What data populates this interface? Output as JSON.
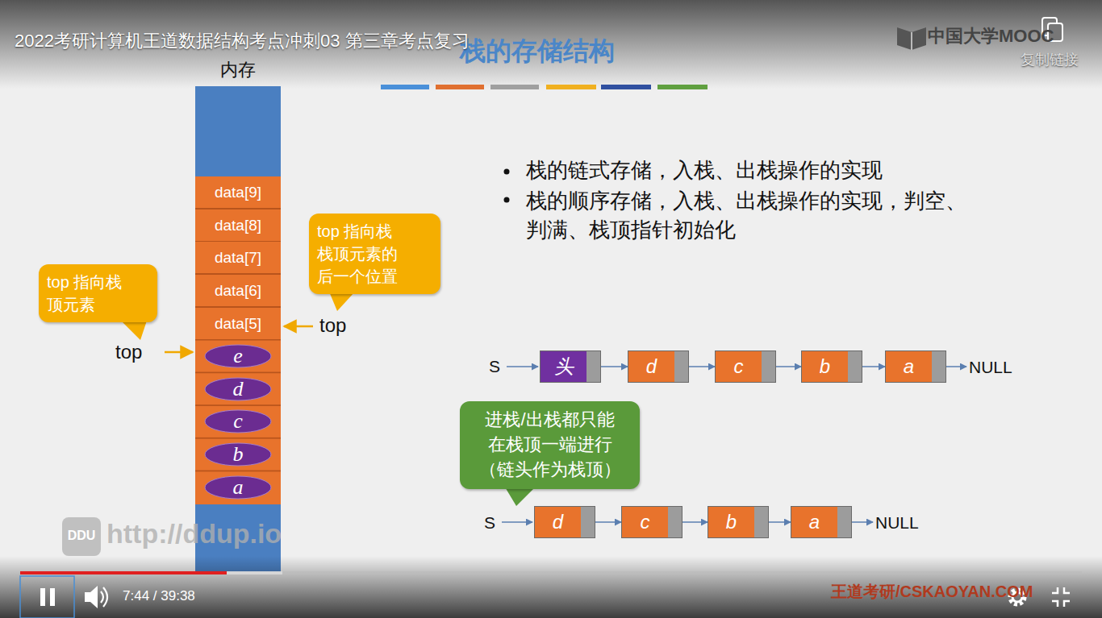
{
  "diagram": {
    "title": "栈的存储结构",
    "nodes": [
      {
        "text": [
          "内存"
        ]
      },
      {
        "text": [
          "data[9]"
        ],
        "in": 0
      },
      {
        "text": [
          "data[8]"
        ],
        "in": 0
      },
      {
        "text": [
          "data[7]"
        ],
        "in": 0
      },
      {
        "text": [
          "data[6]"
        ],
        "in": 0
      },
      {
        "text": [
          "data[5]"
        ],
        "in": 0
      },
      {
        "text": [
          "e"
        ],
        "in": 0
      },
      {
        "text": [
          "d"
        ],
        "in": 0
      },
      {
        "text": [
          "c"
        ],
        "in": 0
      },
      {
        "text": [
          "b"
        ],
        "in": 0
      },
      {
        "text": [
          "a"
        ],
        "in": 0
      },
      {
        "text": [
          "top 指向栈 顶元素"
        ]
      },
      {
        "text": [
          "top 指向栈 栈顶元素的 后一个位置"
        ]
      },
      {
        "text": [
          "头"
        ]
      },
      {
        "text": [
          "d"
        ]
      },
      {
        "text": [
          "c"
        ]
      },
      {
        "text": [
          "b"
        ]
      },
      {
        "text": [
          "a"
        ]
      },
      {
        "text": [
          "进栈/出栈都只能 在栈顶一端进行 （链头作为栈顶）"
        ]
      },
      {
        "text": [
          "d"
        ]
      },
      {
        "text": [
          "c"
        ]
      },
      {
        "text": [
          "b"
        ]
      },
      {
        "text": [
          "a"
        ]
      }
    ],
    "edges": [
      {
        "from": 13,
        "to": 14,
        "arrow": "to"
      },
      {
        "from": 14,
        "to": 15,
        "arrow": "to"
      },
      {
        "from": 15,
        "to": 16,
        "arrow": "to"
      },
      {
        "from": 16,
        "to": 17,
        "arrow": "to"
      },
      {
        "from": 19,
        "to": 20,
        "arrow": "to"
      },
      {
        "from": 20,
        "to": 21,
        "arrow": "to"
      },
      {
        "from": 21,
        "to": 22,
        "arrow": "to"
      }
    ],
    "labels": [
      "2022考研计算机王道数据结构考点冲刺03 第三章考点复习",
      "中国大学MOOC",
      "复制链接",
      "top",
      "top",
      "栈的链式存储，入栈、出栈操作的实现",
      "栈的顺序存储，入栈、出栈操作的实现，判空、 判满、栈顶指针初始化",
      "S",
      "NULL",
      "S",
      "NULL",
      "DDU",
      "http://ddup.io",
      "王道考研/CSKAOYAN.COM",
      "7:44 / 39:38"
    ]
  }
}
